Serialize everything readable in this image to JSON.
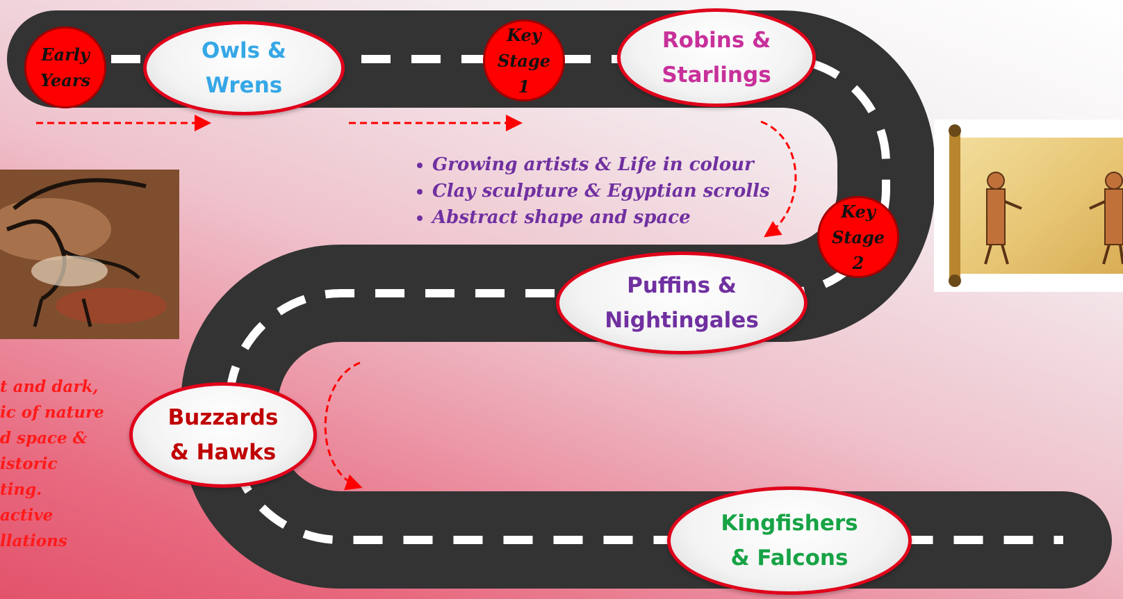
{
  "colors": {
    "road": "#333333",
    "road_marking": "#ffffff",
    "stage_circle": "#ff0000",
    "oval_border": "#e0001a",
    "arrow": "#ff0000"
  },
  "stages": [
    {
      "id": "early_years",
      "label": "Early\nYears"
    },
    {
      "id": "key_stage_1",
      "label": "Key\nStage\n1"
    },
    {
      "id": "key_stage_2",
      "label": "Key\nStage\n2"
    }
  ],
  "groups": [
    {
      "id": "owls",
      "label": "Owls &\nWrens",
      "color": "#35a7e6"
    },
    {
      "id": "robins",
      "label": "Robins &\nStarlings",
      "color": "#c8309a"
    },
    {
      "id": "puffins",
      "label": "Puffins &\nNightingales",
      "color": "#7030a0"
    },
    {
      "id": "buzzards",
      "label": "Buzzards\n& Hawks",
      "color": "#c00000"
    },
    {
      "id": "kingfishers",
      "label": "Kingfishers\n& Falcons",
      "color": "#17a345"
    }
  ],
  "ks1_topics": [
    "Growing artists & Life in colour",
    "Clay sculpture & Egyptian scrolls",
    "Abstract shape and space"
  ],
  "ks2_topics_partial": [
    "t and dark,",
    "ic of nature",
    "d space &",
    "istoric",
    "ting.",
    "active",
    "llations"
  ],
  "images": {
    "cave_painting": {
      "icon": "cave-painting-image"
    },
    "egyptian_scroll": {
      "icon": "egyptian-scroll-image"
    }
  }
}
